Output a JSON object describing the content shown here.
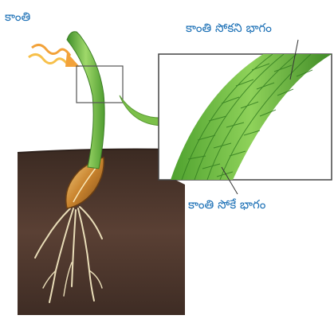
{
  "labels": {
    "light": "కాంతి",
    "light_side_far": "కాంతి సోకని భాగం",
    "light_side_near": "కాంతి సోకే భాగం"
  },
  "colors": {
    "label_text": "#1a6fb5",
    "soil": "#4a342a",
    "stem": "#6cb33e",
    "zoom_arrow": "#7cc04a",
    "light_ray": "#f2a23a"
  }
}
